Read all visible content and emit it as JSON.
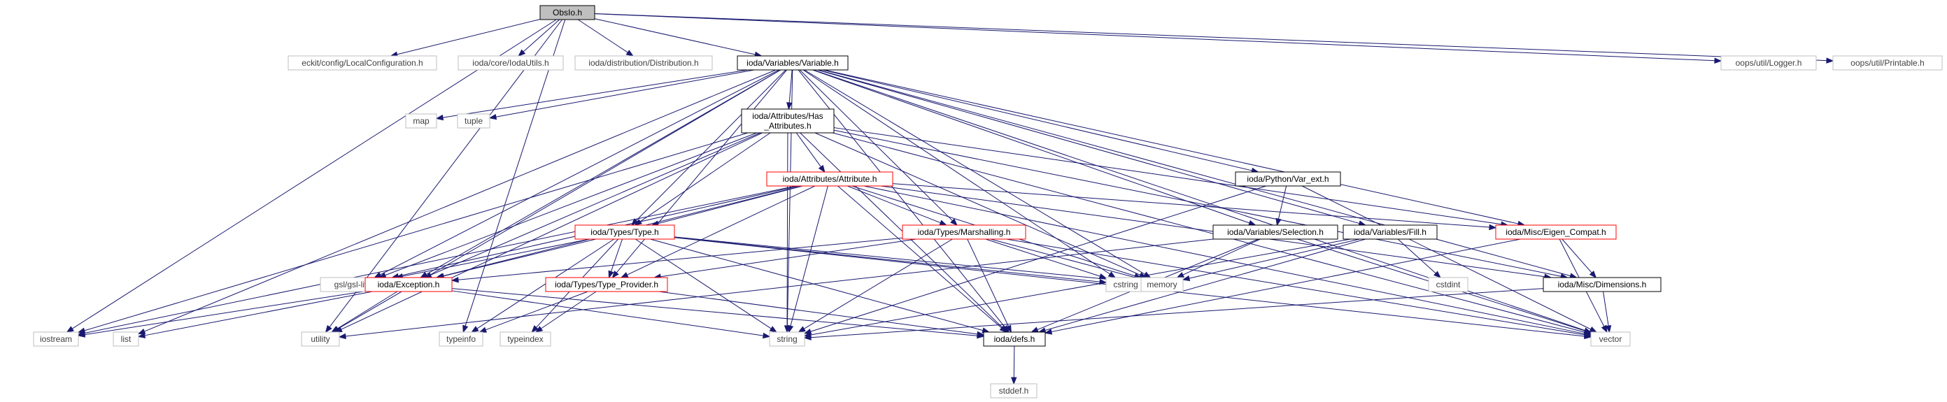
{
  "colors": {
    "edge": "#191970",
    "root_fill": "#bfbfbf",
    "normal_border": "#000000",
    "linked_border": "#ff0000",
    "external_border": "#bfbfbf",
    "text": "#000000"
  },
  "nodes": [
    {
      "id": "obsio",
      "label": "ObsIo.h",
      "kind": "root"
    },
    {
      "id": "localconfig",
      "label": "eckit/config/LocalConfiguration.h",
      "kind": "external"
    },
    {
      "id": "iodautils",
      "label": "ioda/core/IodaUtils.h",
      "kind": "external"
    },
    {
      "id": "distribution",
      "label": "ioda/distribution/Distribution.h",
      "kind": "external"
    },
    {
      "id": "variable",
      "label": "ioda/Variables/Variable.h",
      "kind": "normal"
    },
    {
      "id": "logger",
      "label": "oops/util/Logger.h",
      "kind": "external"
    },
    {
      "id": "printable",
      "label": "oops/util/Printable.h",
      "kind": "external"
    },
    {
      "id": "map",
      "label": "map",
      "kind": "external"
    },
    {
      "id": "tuple",
      "label": "tuple",
      "kind": "external"
    },
    {
      "id": "hasattr",
      "label": "ioda/Attributes/Has\n_Attributes.h",
      "kind": "normal"
    },
    {
      "id": "attribute",
      "label": "ioda/Attributes/Attribute.h",
      "kind": "linked"
    },
    {
      "id": "varext",
      "label": "ioda/Python/Var_ext.h",
      "kind": "normal"
    },
    {
      "id": "type",
      "label": "ioda/Types/Type.h",
      "kind": "linked"
    },
    {
      "id": "marshalling",
      "label": "ioda/Types/Marshalling.h",
      "kind": "linked"
    },
    {
      "id": "selection",
      "label": "ioda/Variables/Selection.h",
      "kind": "normal"
    },
    {
      "id": "fill",
      "label": "ioda/Variables/Fill.h",
      "kind": "normal"
    },
    {
      "id": "eigen",
      "label": "ioda/Misc/Eigen_Compat.h",
      "kind": "linked"
    },
    {
      "id": "gsl",
      "label": "gsl/gsl-lite.hpp",
      "kind": "external"
    },
    {
      "id": "exception",
      "label": "ioda/Exception.h",
      "kind": "linked"
    },
    {
      "id": "typeprovider",
      "label": "ioda/Types/Type_Provider.h",
      "kind": "linked"
    },
    {
      "id": "cstring",
      "label": "cstring",
      "kind": "external"
    },
    {
      "id": "memory",
      "label": "memory",
      "kind": "external"
    },
    {
      "id": "cstdint",
      "label": "cstdint",
      "kind": "external"
    },
    {
      "id": "dimensions",
      "label": "ioda/Misc/Dimensions.h",
      "kind": "normal"
    },
    {
      "id": "iostream",
      "label": "iostream",
      "kind": "external"
    },
    {
      "id": "list",
      "label": "list",
      "kind": "external"
    },
    {
      "id": "utility",
      "label": "utility",
      "kind": "external"
    },
    {
      "id": "typeinfo",
      "label": "typeinfo",
      "kind": "external"
    },
    {
      "id": "typeindex",
      "label": "typeindex",
      "kind": "external"
    },
    {
      "id": "string",
      "label": "string",
      "kind": "external"
    },
    {
      "id": "defs",
      "label": "ioda/defs.h",
      "kind": "normal"
    },
    {
      "id": "vector",
      "label": "vector",
      "kind": "external"
    },
    {
      "id": "stddef",
      "label": "stddef.h",
      "kind": "external"
    }
  ],
  "edges": [
    [
      "obsio",
      "localconfig"
    ],
    [
      "obsio",
      "iodautils"
    ],
    [
      "obsio",
      "distribution"
    ],
    [
      "obsio",
      "variable"
    ],
    [
      "obsio",
      "logger"
    ],
    [
      "obsio",
      "printable"
    ],
    [
      "obsio",
      "iostream"
    ],
    [
      "obsio",
      "typeinfo"
    ],
    [
      "obsio",
      "utility"
    ],
    [
      "variable",
      "map"
    ],
    [
      "variable",
      "tuple"
    ],
    [
      "variable",
      "hasattr"
    ],
    [
      "variable",
      "type"
    ],
    [
      "variable",
      "marshalling"
    ],
    [
      "variable",
      "varext"
    ],
    [
      "variable",
      "selection"
    ],
    [
      "variable",
      "fill"
    ],
    [
      "variable",
      "eigen"
    ],
    [
      "variable",
      "dimensions"
    ],
    [
      "variable",
      "vector"
    ],
    [
      "variable",
      "memory"
    ],
    [
      "variable",
      "cstring"
    ],
    [
      "variable",
      "string"
    ],
    [
      "variable",
      "gsl"
    ],
    [
      "variable",
      "exception"
    ],
    [
      "variable",
      "typeprovider"
    ],
    [
      "variable",
      "defs"
    ],
    [
      "variable",
      "list"
    ],
    [
      "variable",
      "utility"
    ],
    [
      "hasattr",
      "attribute"
    ],
    [
      "hasattr",
      "type"
    ],
    [
      "hasattr",
      "gsl"
    ],
    [
      "hasattr",
      "exception"
    ],
    [
      "hasattr",
      "iostream"
    ],
    [
      "hasattr",
      "string"
    ],
    [
      "hasattr",
      "memory"
    ],
    [
      "hasattr",
      "eigen"
    ],
    [
      "hasattr",
      "dimensions"
    ],
    [
      "hasattr",
      "vector"
    ],
    [
      "hasattr",
      "defs"
    ],
    [
      "hasattr",
      "utility"
    ],
    [
      "attribute",
      "type"
    ],
    [
      "attribute",
      "marshalling"
    ],
    [
      "attribute",
      "gsl"
    ],
    [
      "attribute",
      "exception"
    ],
    [
      "attribute",
      "typeprovider"
    ],
    [
      "attribute",
      "string"
    ],
    [
      "attribute",
      "defs"
    ],
    [
      "attribute",
      "eigen"
    ],
    [
      "attribute",
      "dimensions"
    ],
    [
      "attribute",
      "vector"
    ],
    [
      "attribute",
      "memory"
    ],
    [
      "attribute",
      "iostream"
    ],
    [
      "type",
      "gsl"
    ],
    [
      "type",
      "exception"
    ],
    [
      "type",
      "typeprovider"
    ],
    [
      "type",
      "string"
    ],
    [
      "type",
      "typeinfo"
    ],
    [
      "type",
      "typeindex"
    ],
    [
      "type",
      "defs"
    ],
    [
      "type",
      "cstring"
    ],
    [
      "type",
      "memory"
    ],
    [
      "type",
      "vector"
    ],
    [
      "marshalling",
      "exception"
    ],
    [
      "marshalling",
      "typeprovider"
    ],
    [
      "marshalling",
      "string"
    ],
    [
      "marshalling",
      "defs"
    ],
    [
      "marshalling",
      "cstring"
    ],
    [
      "marshalling",
      "memory"
    ],
    [
      "marshalling",
      "vector"
    ],
    [
      "varext",
      "selection"
    ],
    [
      "varext",
      "vector"
    ],
    [
      "varext",
      "string"
    ],
    [
      "selection",
      "memory"
    ],
    [
      "selection",
      "vector"
    ],
    [
      "selection",
      "defs"
    ],
    [
      "selection",
      "utility"
    ],
    [
      "fill",
      "memory"
    ],
    [
      "fill",
      "cstdint"
    ],
    [
      "fill",
      "defs"
    ],
    [
      "fill",
      "string"
    ],
    [
      "eigen",
      "dimensions"
    ],
    [
      "eigen",
      "vector"
    ],
    [
      "eigen",
      "defs"
    ],
    [
      "dimensions",
      "vector"
    ],
    [
      "dimensions",
      "string"
    ],
    [
      "exception",
      "iostream"
    ],
    [
      "exception",
      "list"
    ],
    [
      "exception",
      "utility"
    ],
    [
      "exception",
      "string"
    ],
    [
      "exception",
      "defs"
    ],
    [
      "typeprovider",
      "typeindex"
    ],
    [
      "typeprovider",
      "typeinfo"
    ],
    [
      "typeprovider",
      "defs"
    ],
    [
      "defs",
      "stddef"
    ]
  ]
}
